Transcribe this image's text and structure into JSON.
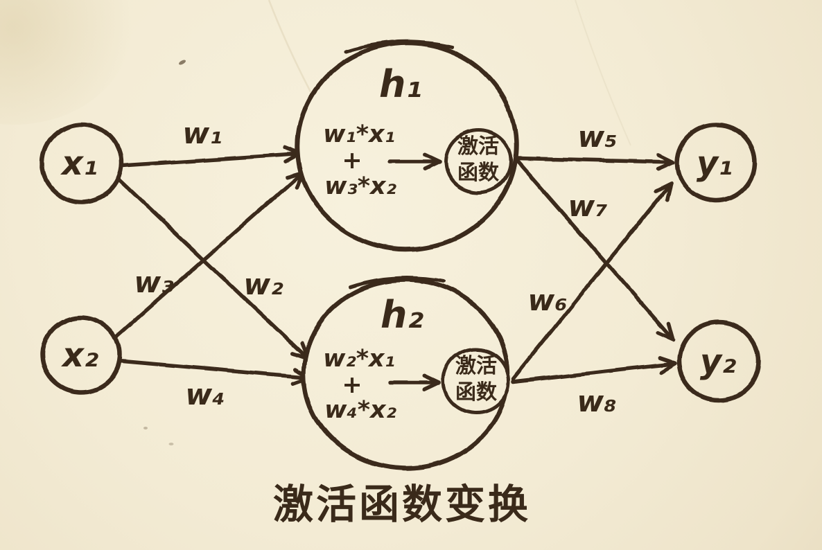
{
  "title": "激活函数变换",
  "colors": {
    "ink": "#3a2a1a",
    "paper": "#f3ecd4"
  },
  "nodes": {
    "x1": {
      "label": "x₁"
    },
    "x2": {
      "label": "x₂"
    },
    "h1": {
      "label": "h₁",
      "formula": [
        "w₁*x₁",
        "+",
        "w₃*x₂"
      ],
      "activation": [
        "激活",
        "函数"
      ]
    },
    "h2": {
      "label": "h₂",
      "formula": [
        "w₂*x₁",
        "+",
        "w₄*x₂"
      ],
      "activation": [
        "激活",
        "函数"
      ]
    },
    "y1": {
      "label": "y₁"
    },
    "y2": {
      "label": "y₂"
    }
  },
  "edges": [
    {
      "id": "w1",
      "label": "w₁",
      "from": "x1",
      "to": "h1"
    },
    {
      "id": "w2",
      "label": "w₂",
      "from": "x1",
      "to": "h2"
    },
    {
      "id": "w3",
      "label": "w₃",
      "from": "x2",
      "to": "h1"
    },
    {
      "id": "w4",
      "label": "w₄",
      "from": "x2",
      "to": "h2"
    },
    {
      "id": "w5",
      "label": "w₅",
      "from": "h1",
      "to": "y1"
    },
    {
      "id": "w6",
      "label": "w₆",
      "from": "h2",
      "to": "y1"
    },
    {
      "id": "w7",
      "label": "w₇",
      "from": "h1",
      "to": "y2"
    },
    {
      "id": "w8",
      "label": "w₈",
      "from": "h2",
      "to": "y2"
    }
  ]
}
